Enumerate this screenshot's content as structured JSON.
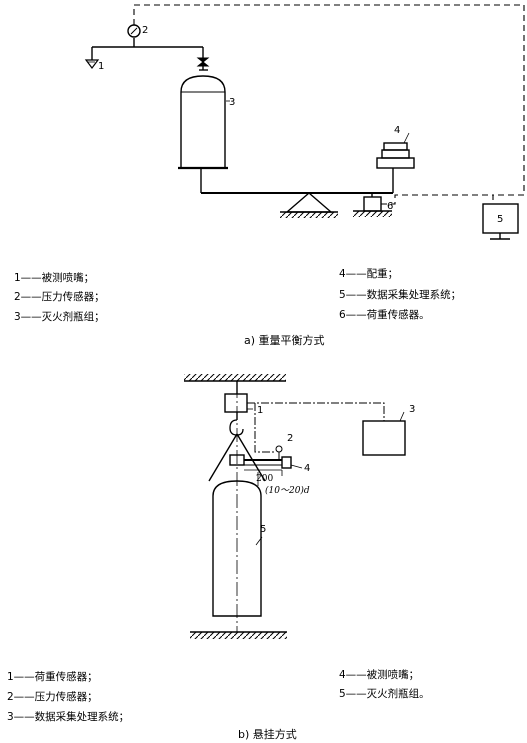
{
  "figure_a": {
    "callouts": {
      "n1": "1",
      "n2": "2",
      "n3": "3",
      "n4": "4",
      "n5": "5",
      "n6": "6"
    },
    "legend": [
      "1——被测喷嘴；",
      "2——压力传感器；",
      "3——灭火剂瓶组；",
      "4——配重；",
      "5——数据采集处理系统；",
      "6——荷重传感器。"
    ],
    "caption": "a) 重量平衡方式"
  },
  "figure_b": {
    "callouts": {
      "n1": "1",
      "n2": "2",
      "n3": "3",
      "n4": "4",
      "n5": "5"
    },
    "dim_200": "200",
    "dim_d": "(10～20)d",
    "legend": [
      "1——荷重传感器；",
      "2——压力传感器；",
      "3——数据采集处理系统；",
      "4——被测喷嘴；",
      "5——灭火剂瓶组。"
    ],
    "caption": "b) 悬挂方式"
  }
}
